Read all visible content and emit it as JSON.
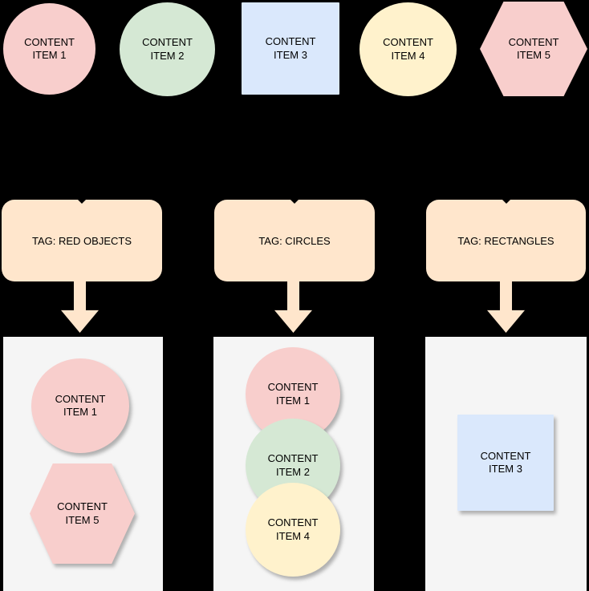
{
  "items": [
    {
      "id": "item-1",
      "label": "CONTENT ITEM 1",
      "shape": "circle",
      "fill": "#f8cecc"
    },
    {
      "id": "item-2",
      "label": "CONTENT ITEM 2",
      "shape": "circle",
      "fill": "#d5e8d4"
    },
    {
      "id": "item-3",
      "label": "CONTENT ITEM 3",
      "shape": "square",
      "fill": "#dae8fc"
    },
    {
      "id": "item-4",
      "label": "CONTENT ITEM 4",
      "shape": "circle",
      "fill": "#fff2cc"
    },
    {
      "id": "item-5",
      "label": "CONTENT ITEM 5",
      "shape": "hexagon",
      "fill": "#f8cecc"
    }
  ],
  "tags": [
    {
      "label": "TAG: RED OBJECTS",
      "fill": "#ffe6cc"
    },
    {
      "label": "TAG: CIRCLES",
      "fill": "#ffe6cc"
    },
    {
      "label": "TAG: RECTANGLES",
      "fill": "#ffe6cc"
    }
  ],
  "bins": [
    {
      "tag": "TAG: RED OBJECTS",
      "items": [
        {
          "label": "CONTENT ITEM 1",
          "shape": "circle",
          "fill": "#f8cecc"
        },
        {
          "label": "CONTENT ITEM 5",
          "shape": "hexagon",
          "fill": "#f8cecc"
        }
      ]
    },
    {
      "tag": "TAG: CIRCLES",
      "items": [
        {
          "label": "CONTENT ITEM 1",
          "shape": "circle",
          "fill": "#f8cecc"
        },
        {
          "label": "CONTENT ITEM 2",
          "shape": "circle",
          "fill": "#d5e8d4"
        },
        {
          "label": "CONTENT ITEM 4",
          "shape": "circle",
          "fill": "#fff2cc"
        }
      ]
    },
    {
      "tag": "TAG: RECTANGLES",
      "items": [
        {
          "label": "CONTENT ITEM 3",
          "shape": "square",
          "fill": "#dae8fc"
        }
      ]
    }
  ],
  "styles": {
    "background": "#000000",
    "container_fill": "#f5f5f5",
    "arrow_fill": "#ffe6cc",
    "connector_color": "#000000",
    "text_color": "#000000"
  }
}
